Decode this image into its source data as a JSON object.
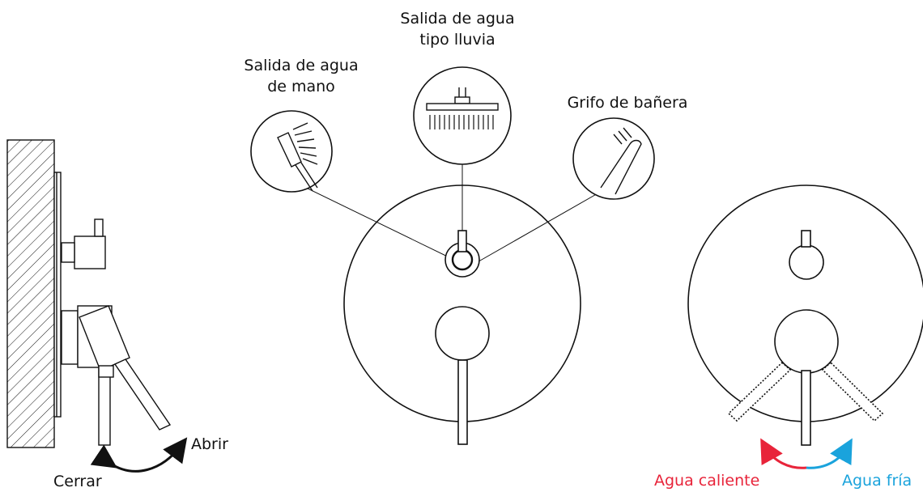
{
  "labels": {
    "hand_shower": "Salida de agua\nde mano",
    "hand_shower_line1": "Salida de agua",
    "hand_shower_line2": "de mano",
    "rain_shower_line1": "Salida de agua",
    "rain_shower_line2": "tipo lluvia",
    "bath_tap": "Grifo de bañera",
    "open": "Abrir",
    "close": "Cerrar",
    "hot_water": "Agua caliente",
    "cold_water": "Agua fría"
  },
  "colors": {
    "stroke": "#111111",
    "hot": "#e8243a",
    "cold": "#1aa3dc"
  },
  "icons": [
    "hand-shower-icon",
    "rain-shower-icon",
    "bath-spout-icon"
  ]
}
